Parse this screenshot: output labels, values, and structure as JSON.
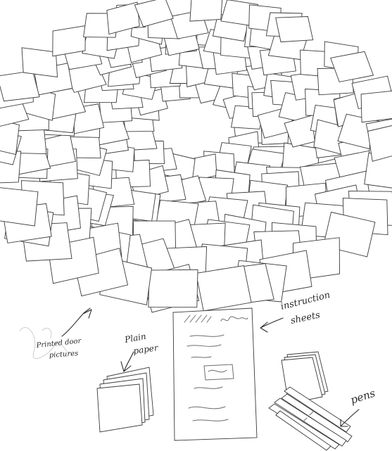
{
  "labels": {
    "printed_door_pictures_line1": "Printed door",
    "printed_door_pictures_line2": "pictures",
    "plain_paper_line1": "Plain",
    "plain_paper_line2": "paper",
    "instruction_sheets_line1": "instruction",
    "instruction_sheets_line2": "sheets",
    "pens": "pens"
  },
  "items": [
    {
      "name": "printed-door-pictures",
      "description": "ring of paper sheets laid on floor"
    },
    {
      "name": "plain-paper",
      "description": "stack of blank sheets"
    },
    {
      "name": "instruction-sheets",
      "description": "large sheet with scribbled lines"
    },
    {
      "name": "pens",
      "description": "bundle of pens"
    }
  ]
}
